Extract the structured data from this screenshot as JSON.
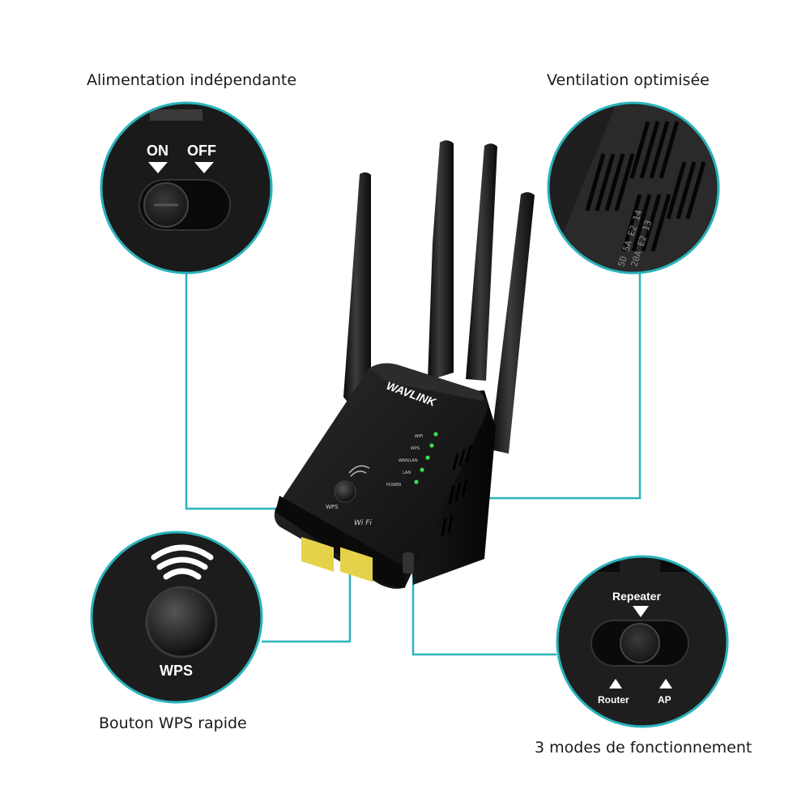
{
  "captions": {
    "power": "Alimentation indépendante",
    "ventilation": "Ventilation optimisée",
    "wps": "Bouton WPS rapide",
    "modes": "3 modes de fonctionnement"
  },
  "device": {
    "brand": "WAVLINK",
    "wps_label": "WPS",
    "wifi_badge": "Wi Fi",
    "led_labels": [
      "WiFi",
      "WPS",
      "WAN/LAN",
      "LAN",
      "POWER"
    ]
  },
  "switch_power": {
    "on": "ON",
    "off": "OFF"
  },
  "switch_mode": {
    "repeater": "Repeater",
    "router": "Router",
    "ap": "AP"
  },
  "wps_zoom": {
    "label": "WPS"
  },
  "vent_zoom": {
    "codes": [
      "5D 5A E2 14",
      "20A E2 13"
    ]
  },
  "colors": {
    "accent": "#2ab3bb",
    "device": "#141414",
    "led": "#3ddc50",
    "port": "#e6d24a"
  }
}
